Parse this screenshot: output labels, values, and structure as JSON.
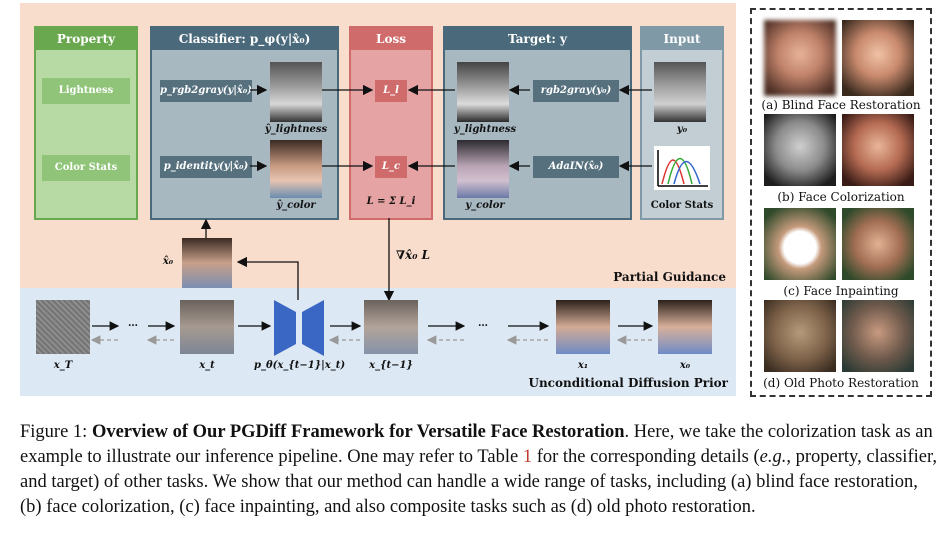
{
  "diagram": {
    "property": {
      "header": "Property",
      "items": [
        "Lightness",
        "Color Stats"
      ]
    },
    "classifier": {
      "header": "Classifier: p_φ(y|x̂₀)",
      "rows": [
        {
          "box": "p_rgb2gray(y|x̂₀)",
          "label": "ŷ_lightness"
        },
        {
          "box": "p_identity(y|x̂₀)",
          "label": "ŷ_color"
        }
      ]
    },
    "loss": {
      "header": "Loss",
      "items": [
        "L_l",
        "L_c"
      ],
      "sum": "L = Σ L_i"
    },
    "target": {
      "header": "Target: y",
      "rows": [
        {
          "box": "rgb2gray(y₀)",
          "label": "y_lightness"
        },
        {
          "box": "AdaIN(x̂₀)",
          "label": "y_color"
        }
      ]
    },
    "input": {
      "header": "Input",
      "items": [
        "y₀",
        "Color Stats"
      ]
    },
    "partial_guidance_label": "Partial Guidance",
    "gradient_label": "∇x̂₀ L",
    "x0_hat_label": "x̂₀",
    "diffusion": {
      "label": "Unconditional Diffusion Prior",
      "nodes": [
        "x_T",
        "x_t",
        "p_θ(x_{t−1}|x_t)",
        "x_{t−1}",
        "x₁",
        "x₀"
      ],
      "ellipsis": "…"
    },
    "tasks": [
      "(a) Blind Face Restoration",
      "(b) Face Colorization",
      "(c) Face Inpainting",
      "(d) Old Photo Restoration"
    ]
  },
  "caption": {
    "prefix": "Figure 1: ",
    "title": "Overview of Our PGDiff Framework for Versatile Face Restoration",
    "part1": ". Here, we take the colorization task as an example to illustrate our inference pipeline. One may refer to Table ",
    "table_ref": "1",
    "part2": " for the corresponding details (",
    "eg": "e.g.",
    "part3": ", property, classifier, and target) of other tasks. We show that our method can handle a wide range of tasks, including (a) blind face restoration, (b) face colorization, (c) face inpainting, and also composite tasks such as (d) old photo restoration."
  },
  "colors": {
    "guidance_bg": "#f7d9c9",
    "diffusion_bg": "#dbe7f3",
    "property": "#6aa84f",
    "classifier": "#4a6a7c",
    "loss": "#cf6b6b",
    "target": "#4a6a7c",
    "input": "#7f9aa6",
    "unet": "#3a66c4"
  }
}
